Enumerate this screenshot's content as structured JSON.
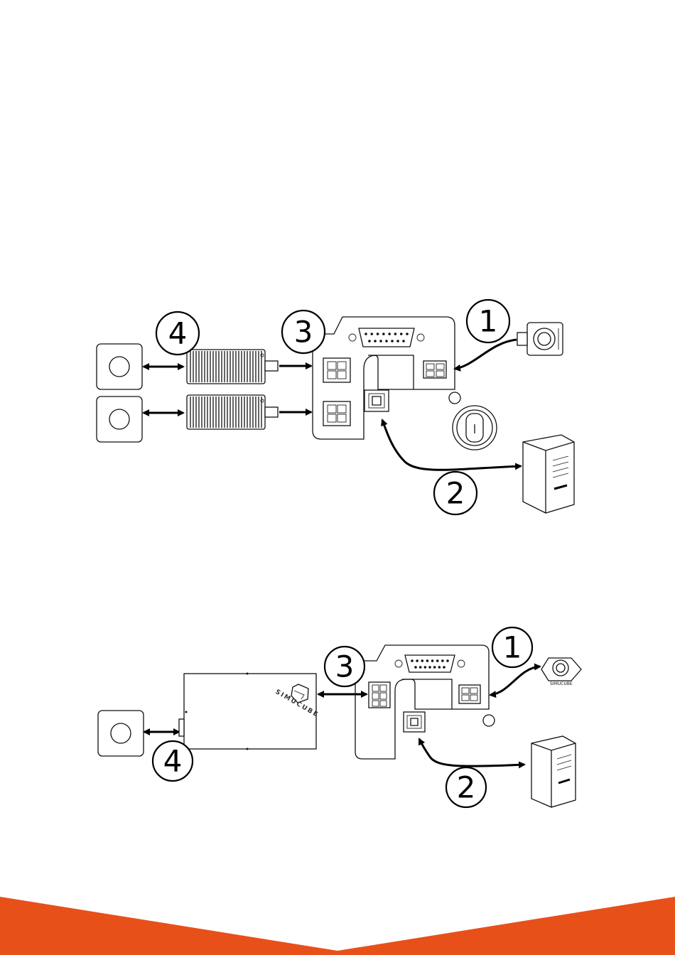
{
  "colors": {
    "accent": "#E8501A",
    "line": "#111111",
    "background": "#ffffff"
  },
  "diagrams": [
    {
      "id": "dual-psu-setup",
      "callouts": [
        "1",
        "2",
        "3",
        "4"
      ]
    },
    {
      "id": "single-psu-setup",
      "callouts": [
        "1",
        "2",
        "3",
        "4"
      ],
      "brand_text": "SIMUCUBE",
      "estop_brand": "SIMUCUBE"
    }
  ],
  "icons": [
    "emergency-stop-icon",
    "computer-tower-icon",
    "power-switch-icon",
    "usb-b-port-icon",
    "power-connector-icon",
    "db15-port-icon",
    "mains-socket-icon",
    "power-supply-icon"
  ]
}
